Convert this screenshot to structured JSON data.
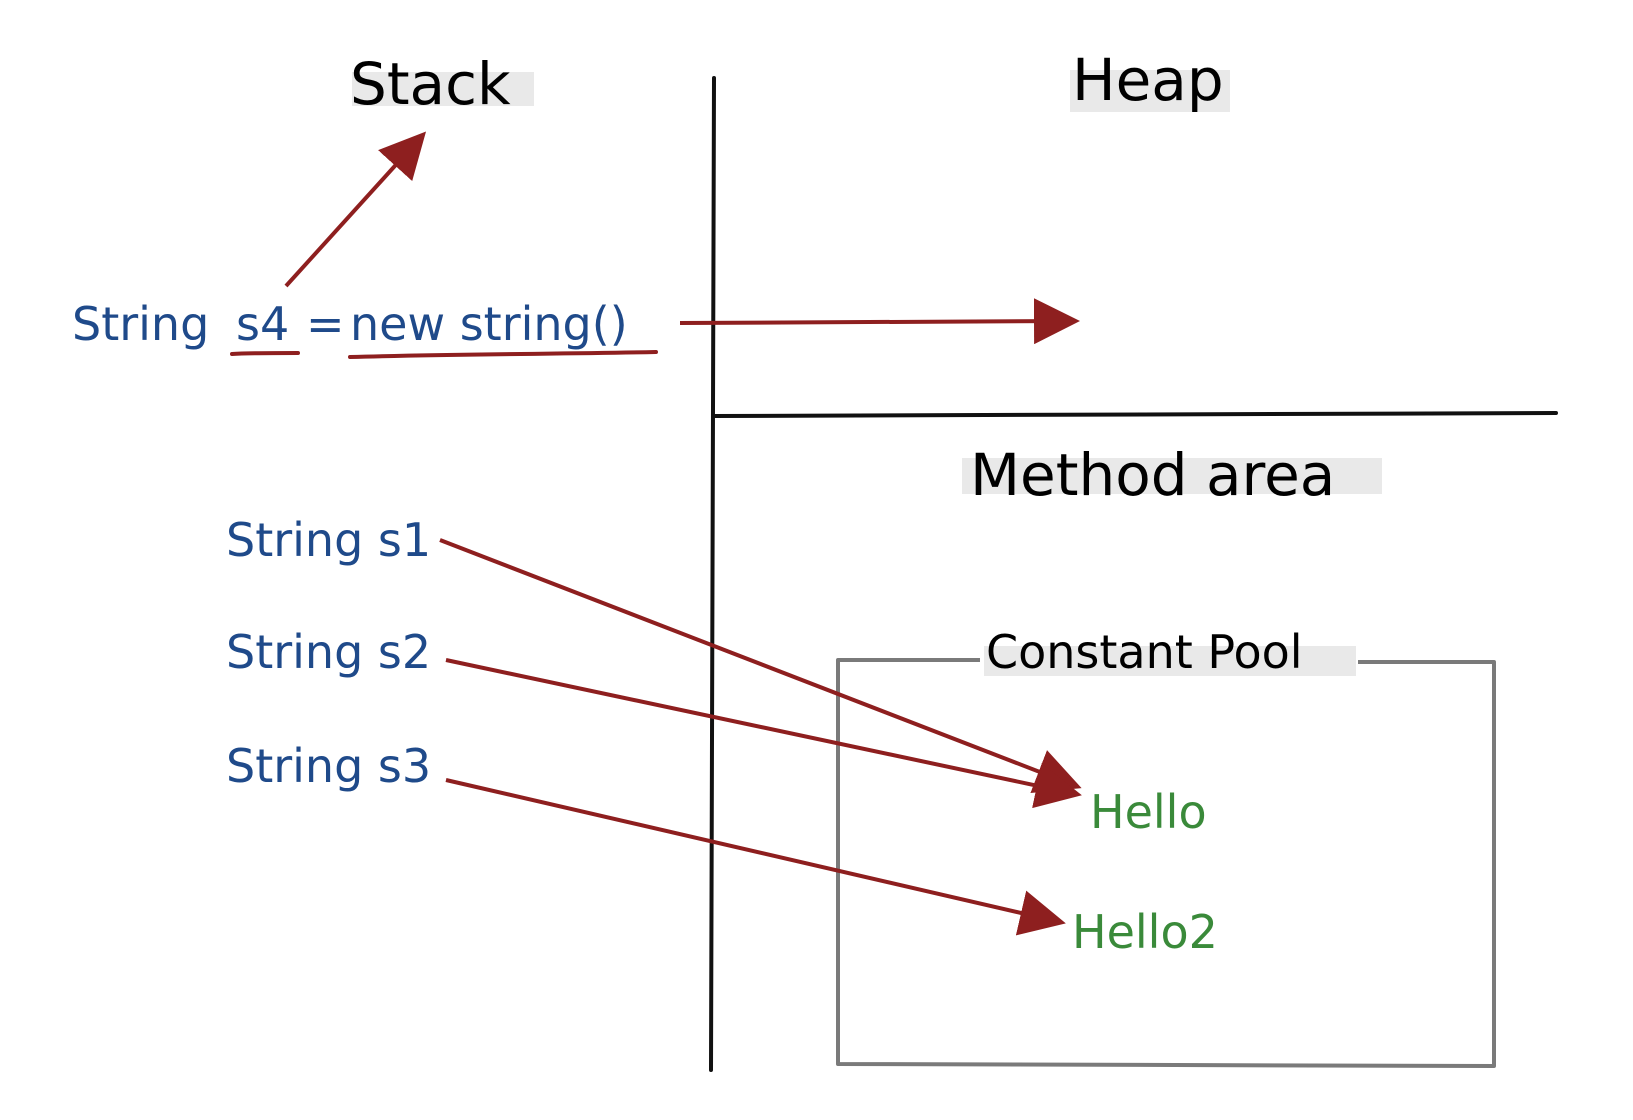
{
  "headings": {
    "stack": "Stack",
    "heap": "Heap",
    "method_area": "Method area",
    "constant_pool": "Constant Pool"
  },
  "declarations": {
    "s4": {
      "type": "String",
      "name": "s4",
      "equals": "=",
      "expression": "new string()"
    },
    "s1": "String s1",
    "s2": "String s2",
    "s3": "String s3"
  },
  "pool_values": {
    "hello": "Hello",
    "hello2": "Hello2"
  },
  "colors": {
    "code_text": "#1f4a8a",
    "arrow": "#8e1f1f",
    "pool_value": "#3a8a3a",
    "lines": "#111111",
    "pool_box": "#7a7a7a",
    "label_shade": "#e9e9e9"
  }
}
